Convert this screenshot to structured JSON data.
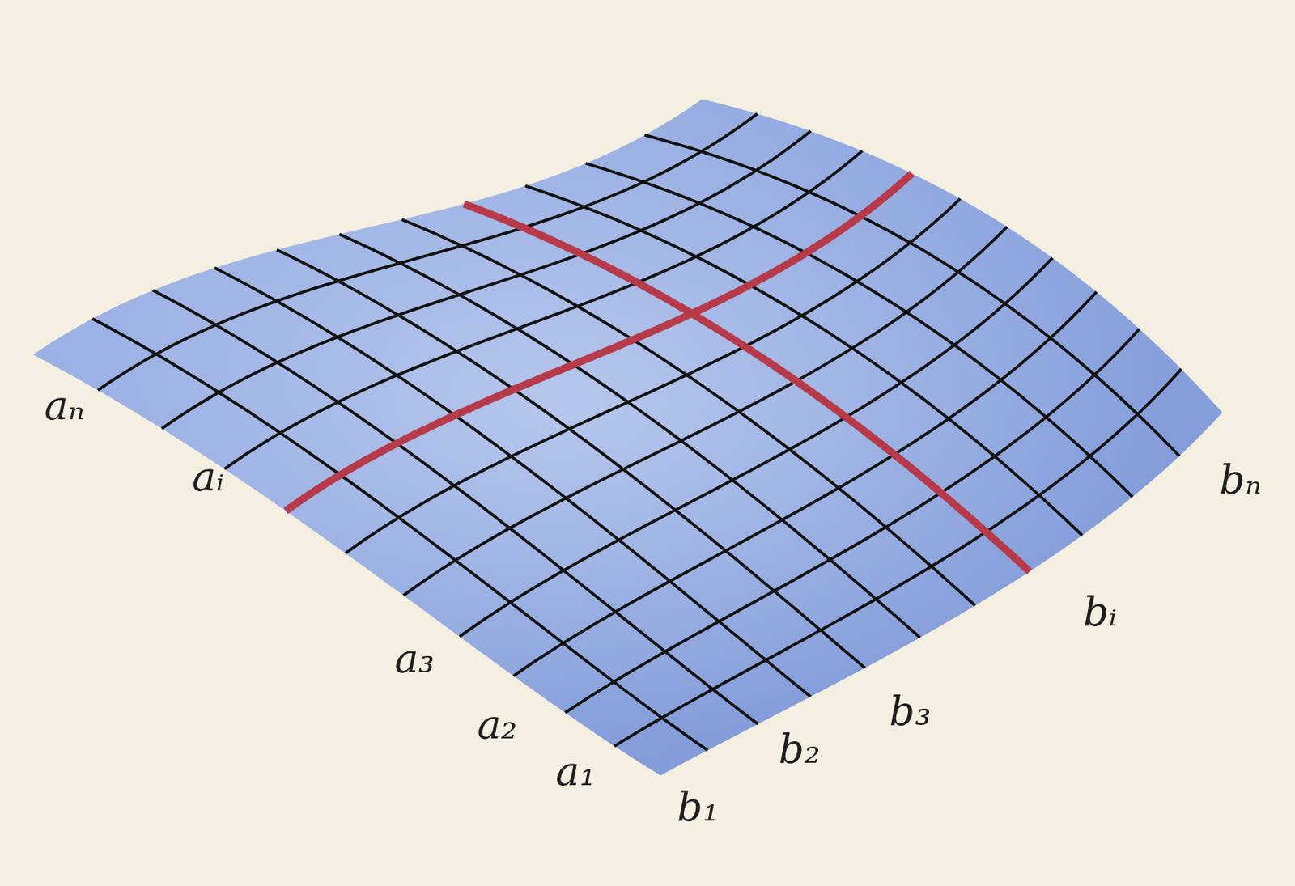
{
  "diagram": {
    "labels": [
      "aₙ",
      "aᵢ",
      "a₃",
      "a₂",
      "a₁",
      "b₁",
      "b₂",
      "b₃",
      "bᵢ",
      "bₙ"
    ]
  }
}
